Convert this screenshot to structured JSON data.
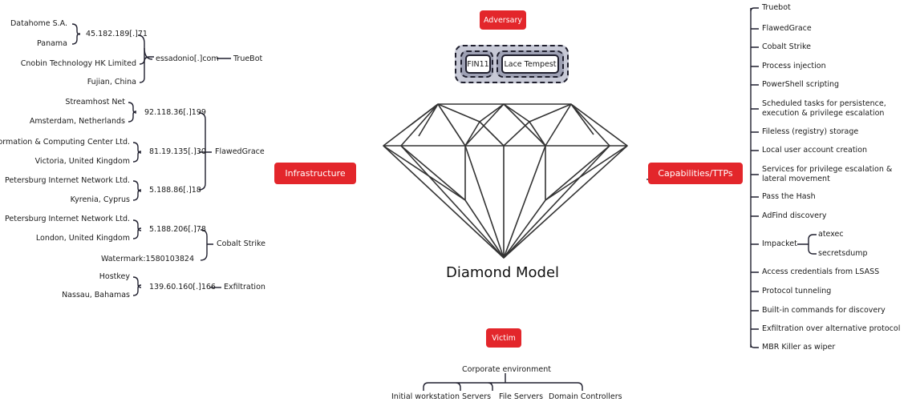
{
  "title": "Diamond Model",
  "nodes": {
    "adversary": "Adversary",
    "infrastructure": "Infrastructure",
    "capabilities": "Capabilities/TTPs",
    "victim": "Victim"
  },
  "colors": {
    "accent": "#e3262b",
    "line": "#1f1f2e",
    "group_bg": "#c7c9d6"
  },
  "adversary": {
    "aliases": [
      "FIN11",
      "Lace Tempest"
    ]
  },
  "infrastructure": {
    "truebot": {
      "label": "TrueBot",
      "domain": "essadonio[.]com",
      "ip1": "45.182.189[.]71",
      "ip1_attrs": [
        "Datahome S.A.",
        "Panama"
      ],
      "org": "Cnobin Technology HK Limited",
      "location": "Fujian, China"
    },
    "flawedgrace": {
      "label": "FlawedGrace",
      "entries": [
        {
          "ip": "92.118.36[.]199",
          "attrs": [
            "Streamhost Net",
            "Amsterdam, Netherlands"
          ]
        },
        {
          "ip": "81.19.135[.]30",
          "attrs": [
            "Information & Computing Center Ltd.",
            "Victoria, United Kingdom"
          ]
        },
        {
          "ip": "5.188.86[.]18",
          "attrs": [
            "Petersburg Internet Network Ltd.",
            "Kyrenia, Cyprus"
          ]
        }
      ]
    },
    "cobalt": {
      "label": "Cobalt Strike",
      "ip": "5.188.206[.]78",
      "attrs": [
        "Petersburg Internet Network Ltd.",
        "London, United Kingdom"
      ],
      "watermark": "Watermark:1580103824"
    },
    "exfil": {
      "label": "Exfiltration",
      "ip": "139.60.160[.]166",
      "attrs": [
        "Hostkey",
        "Nassau, Bahamas"
      ]
    }
  },
  "capabilities": {
    "items": [
      "Truebot",
      "FlawedGrace",
      "Cobalt Strike",
      "Process injection",
      "PowerShell scripting",
      "Scheduled tasks for persistence, execution & privilege escalation",
      "Fileless (registry) storage",
      "Local user account creation",
      "Services for privilege escalation & lateral movement",
      "Pass the Hash",
      "AdFind discovery",
      "Impacket",
      "Access credentials from LSASS",
      "Protocol tunneling",
      "Built-in commands for discovery",
      "Exfiltration over alternative protocol",
      "MBR Killer as wiper"
    ],
    "impacket_children": [
      "atexec",
      "secretsdump"
    ]
  },
  "victim": {
    "root": "Corporate environment",
    "children": [
      "Initial workstation",
      "Servers",
      "File Servers",
      "Domain Controllers"
    ]
  }
}
